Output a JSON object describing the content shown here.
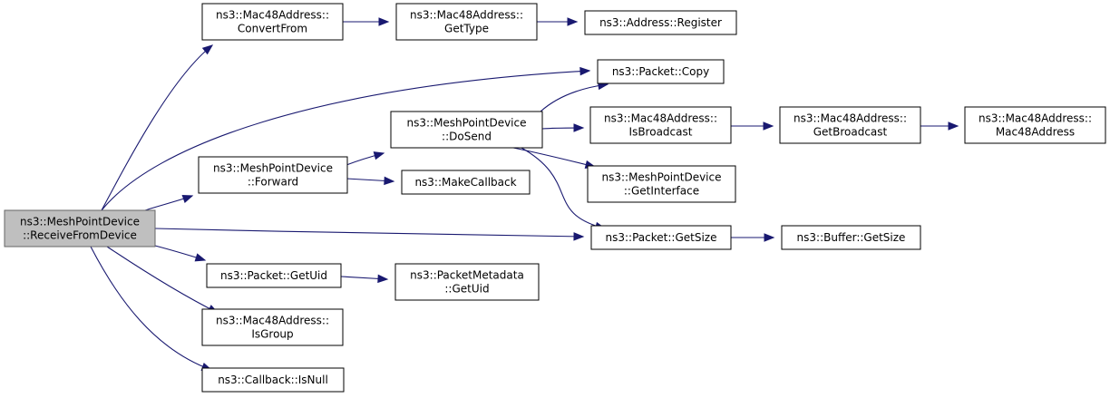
{
  "nodes": [
    {
      "id": "receive",
      "lines": [
        "ns3::MeshPointDevice",
        "::ReceiveFromDevice"
      ],
      "highlighted": true
    },
    {
      "id": "convertfrom",
      "lines": [
        "ns3::Mac48Address::",
        "ConvertFrom"
      ]
    },
    {
      "id": "gettype",
      "lines": [
        "ns3::Mac48Address::",
        "GetType"
      ]
    },
    {
      "id": "register",
      "lines": [
        "ns3::Address::Register"
      ]
    },
    {
      "id": "copy",
      "lines": [
        "ns3::Packet::Copy"
      ]
    },
    {
      "id": "dosend",
      "lines": [
        "ns3::MeshPointDevice",
        "::DoSend"
      ]
    },
    {
      "id": "isbroadcast",
      "lines": [
        "ns3::Mac48Address::",
        "IsBroadcast"
      ]
    },
    {
      "id": "getbroadcast",
      "lines": [
        "ns3::Mac48Address::",
        "GetBroadcast"
      ]
    },
    {
      "id": "mac48ctor",
      "lines": [
        "ns3::Mac48Address::",
        "Mac48Address"
      ]
    },
    {
      "id": "forward",
      "lines": [
        "ns3::MeshPointDevice",
        "::Forward"
      ]
    },
    {
      "id": "makecallback",
      "lines": [
        "ns3::MakeCallback"
      ]
    },
    {
      "id": "getinterface",
      "lines": [
        "ns3::MeshPointDevice",
        "::GetInterface"
      ]
    },
    {
      "id": "getsize",
      "lines": [
        "ns3::Packet::GetSize"
      ]
    },
    {
      "id": "buffergetsize",
      "lines": [
        "ns3::Buffer::GetSize"
      ]
    },
    {
      "id": "getuid",
      "lines": [
        "ns3::Packet::GetUid"
      ]
    },
    {
      "id": "metadatagetuid",
      "lines": [
        "ns3::PacketMetadata",
        "::GetUid"
      ]
    },
    {
      "id": "isgroup",
      "lines": [
        "ns3::Mac48Address::",
        "IsGroup"
      ]
    },
    {
      "id": "isnull",
      "lines": [
        "ns3::Callback::IsNull"
      ]
    }
  ],
  "edges": [
    {
      "from": "receive",
      "to": "convertfrom"
    },
    {
      "from": "convertfrom",
      "to": "gettype"
    },
    {
      "from": "gettype",
      "to": "register"
    },
    {
      "from": "receive",
      "to": "copy"
    },
    {
      "from": "receive",
      "to": "forward"
    },
    {
      "from": "forward",
      "to": "dosend"
    },
    {
      "from": "forward",
      "to": "makecallback"
    },
    {
      "from": "dosend",
      "to": "copy"
    },
    {
      "from": "dosend",
      "to": "isbroadcast"
    },
    {
      "from": "isbroadcast",
      "to": "getbroadcast"
    },
    {
      "from": "getbroadcast",
      "to": "mac48ctor"
    },
    {
      "from": "dosend",
      "to": "getinterface"
    },
    {
      "from": "dosend",
      "to": "getsize"
    },
    {
      "from": "receive",
      "to": "getsize"
    },
    {
      "from": "getsize",
      "to": "buffergetsize"
    },
    {
      "from": "receive",
      "to": "getuid"
    },
    {
      "from": "getuid",
      "to": "metadatagetuid"
    },
    {
      "from": "receive",
      "to": "isgroup"
    },
    {
      "from": "receive",
      "to": "isnull"
    }
  ],
  "colors": {
    "edge": "#191970",
    "highlight_fill": "#bfbfbf"
  }
}
